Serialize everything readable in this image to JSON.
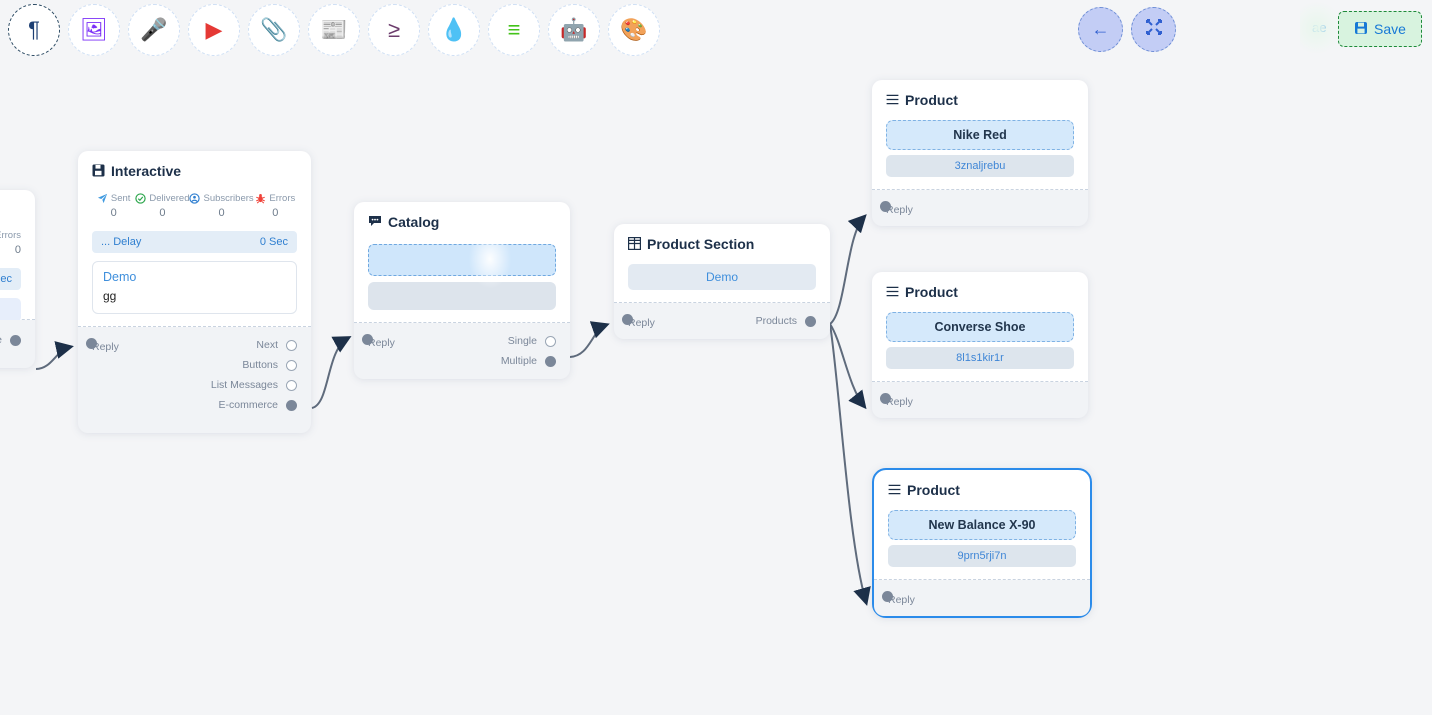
{
  "toolbar": {
    "items": [
      {
        "name": "paragraph-icon",
        "glyph": "¶",
        "color": "#1d3f73",
        "active": true
      },
      {
        "name": "image-icon",
        "glyph": "🖼",
        "color": "#7b2ff7",
        "active": false
      },
      {
        "name": "microphone-icon",
        "glyph": "🎤",
        "color": "#ffc107",
        "active": false
      },
      {
        "name": "youtube-icon",
        "glyph": "▶",
        "color": "#e53935",
        "active": false
      },
      {
        "name": "attachment-icon",
        "glyph": "📎",
        "color": "#2e9e44",
        "active": false
      },
      {
        "name": "news-card-icon",
        "glyph": "📰",
        "color": "#f4736a",
        "active": false
      },
      {
        "name": "condition-icon",
        "glyph": "≥",
        "color": "#6b3b6b",
        "active": false
      },
      {
        "name": "droplet-icon",
        "glyph": "💧",
        "color": "#c2185b",
        "active": false
      },
      {
        "name": "list-stack-icon",
        "glyph": "≡",
        "color": "#43c319",
        "active": false
      },
      {
        "name": "robot-icon",
        "glyph": "🤖",
        "color": "#1a13e8",
        "active": false
      },
      {
        "name": "palette-icon",
        "glyph": "🎨",
        "color": "#21c421",
        "active": false
      }
    ]
  },
  "controls": {
    "back_icon": "←",
    "fit_icon": "⤢",
    "ghost_label": "ae",
    "save_label": "Save",
    "save_icon": "💾"
  },
  "nodes": {
    "offscreen_left": {
      "errors_label": "Errors",
      "errors_value": "0",
      "delay_value": "Sec",
      "port_label": "essage"
    },
    "interactive": {
      "title": "Interactive",
      "title_icon": "💾",
      "stats": [
        {
          "label": "Sent",
          "value": "0",
          "icon": "send-icon"
        },
        {
          "label": "Delivered",
          "value": "0",
          "icon": "check-circle-icon"
        },
        {
          "label": "Subscribers",
          "value": "0",
          "icon": "user-circle-icon"
        },
        {
          "label": "Errors",
          "value": "0",
          "icon": "bug-icon"
        }
      ],
      "delay_label": "... Delay",
      "delay_value": "0 Sec",
      "card_title": "Demo",
      "card_text": "gg",
      "in_port": "Reply",
      "out_ports": [
        {
          "label": "Next",
          "state": "open"
        },
        {
          "label": "Buttons",
          "state": "open"
        },
        {
          "label": "List Messages",
          "state": "open"
        },
        {
          "label": "E-commerce",
          "state": "filled"
        }
      ]
    },
    "catalog": {
      "title": "Catalog",
      "title_icon": "💬",
      "in_port": "Reply",
      "out_ports": [
        {
          "label": "Single",
          "state": "open"
        },
        {
          "label": "Multiple",
          "state": "filled"
        }
      ]
    },
    "product_section": {
      "title": "Product Section",
      "title_icon": "⊞",
      "button_label": "Demo",
      "in_port": "Reply",
      "out_port": "Products"
    },
    "products": [
      {
        "title": "Product",
        "title_icon": "≡",
        "name": "Nike Red",
        "code": "3znaljrebu",
        "in_port": "Reply",
        "selected": false
      },
      {
        "title": "Product",
        "title_icon": "≡",
        "name": "Converse Shoe",
        "code": "8l1s1kir1r",
        "in_port": "Reply",
        "selected": false
      },
      {
        "title": "Product",
        "title_icon": "≡",
        "name": "New Balance X-90",
        "code": "9prn5rji7n",
        "in_port": "Reply",
        "selected": true
      }
    ]
  },
  "colors": {
    "canvas": "#f4f5f7",
    "accent": "#2b8bea",
    "edge": "#5f6b7c",
    "save": "#1f8a3a"
  }
}
